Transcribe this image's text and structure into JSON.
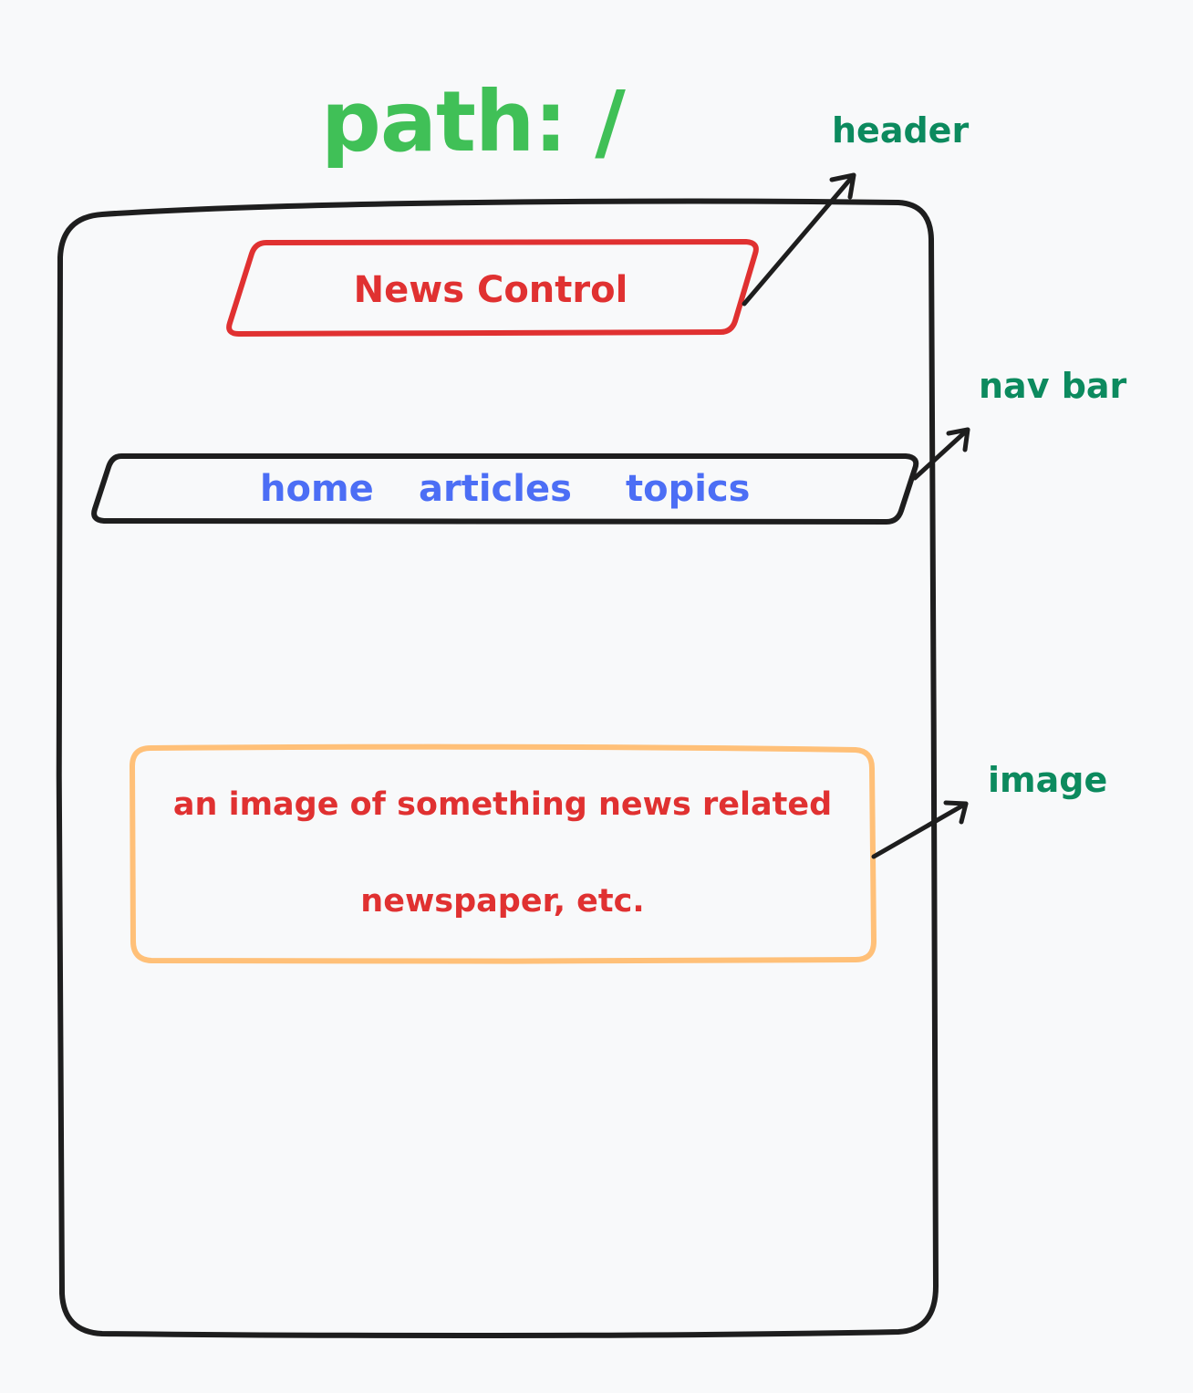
{
  "title": "path: /",
  "annotations": {
    "header": "header",
    "nav_bar": "nav bar",
    "image": "image"
  },
  "header": {
    "title": "News Control"
  },
  "nav": {
    "items": [
      "home",
      "articles",
      "topics"
    ]
  },
  "image_placeholder": {
    "line1": "an image of something news related",
    "line2": "newspaper, etc."
  },
  "colors": {
    "title": "#40c057",
    "annotation": "#0c8a5e",
    "header_border": "#e03131",
    "header_text": "#e03131",
    "nav_text": "#4c6ef5",
    "image_border": "#ffc078",
    "image_text": "#e03131",
    "outline": "#1e1e1e"
  }
}
